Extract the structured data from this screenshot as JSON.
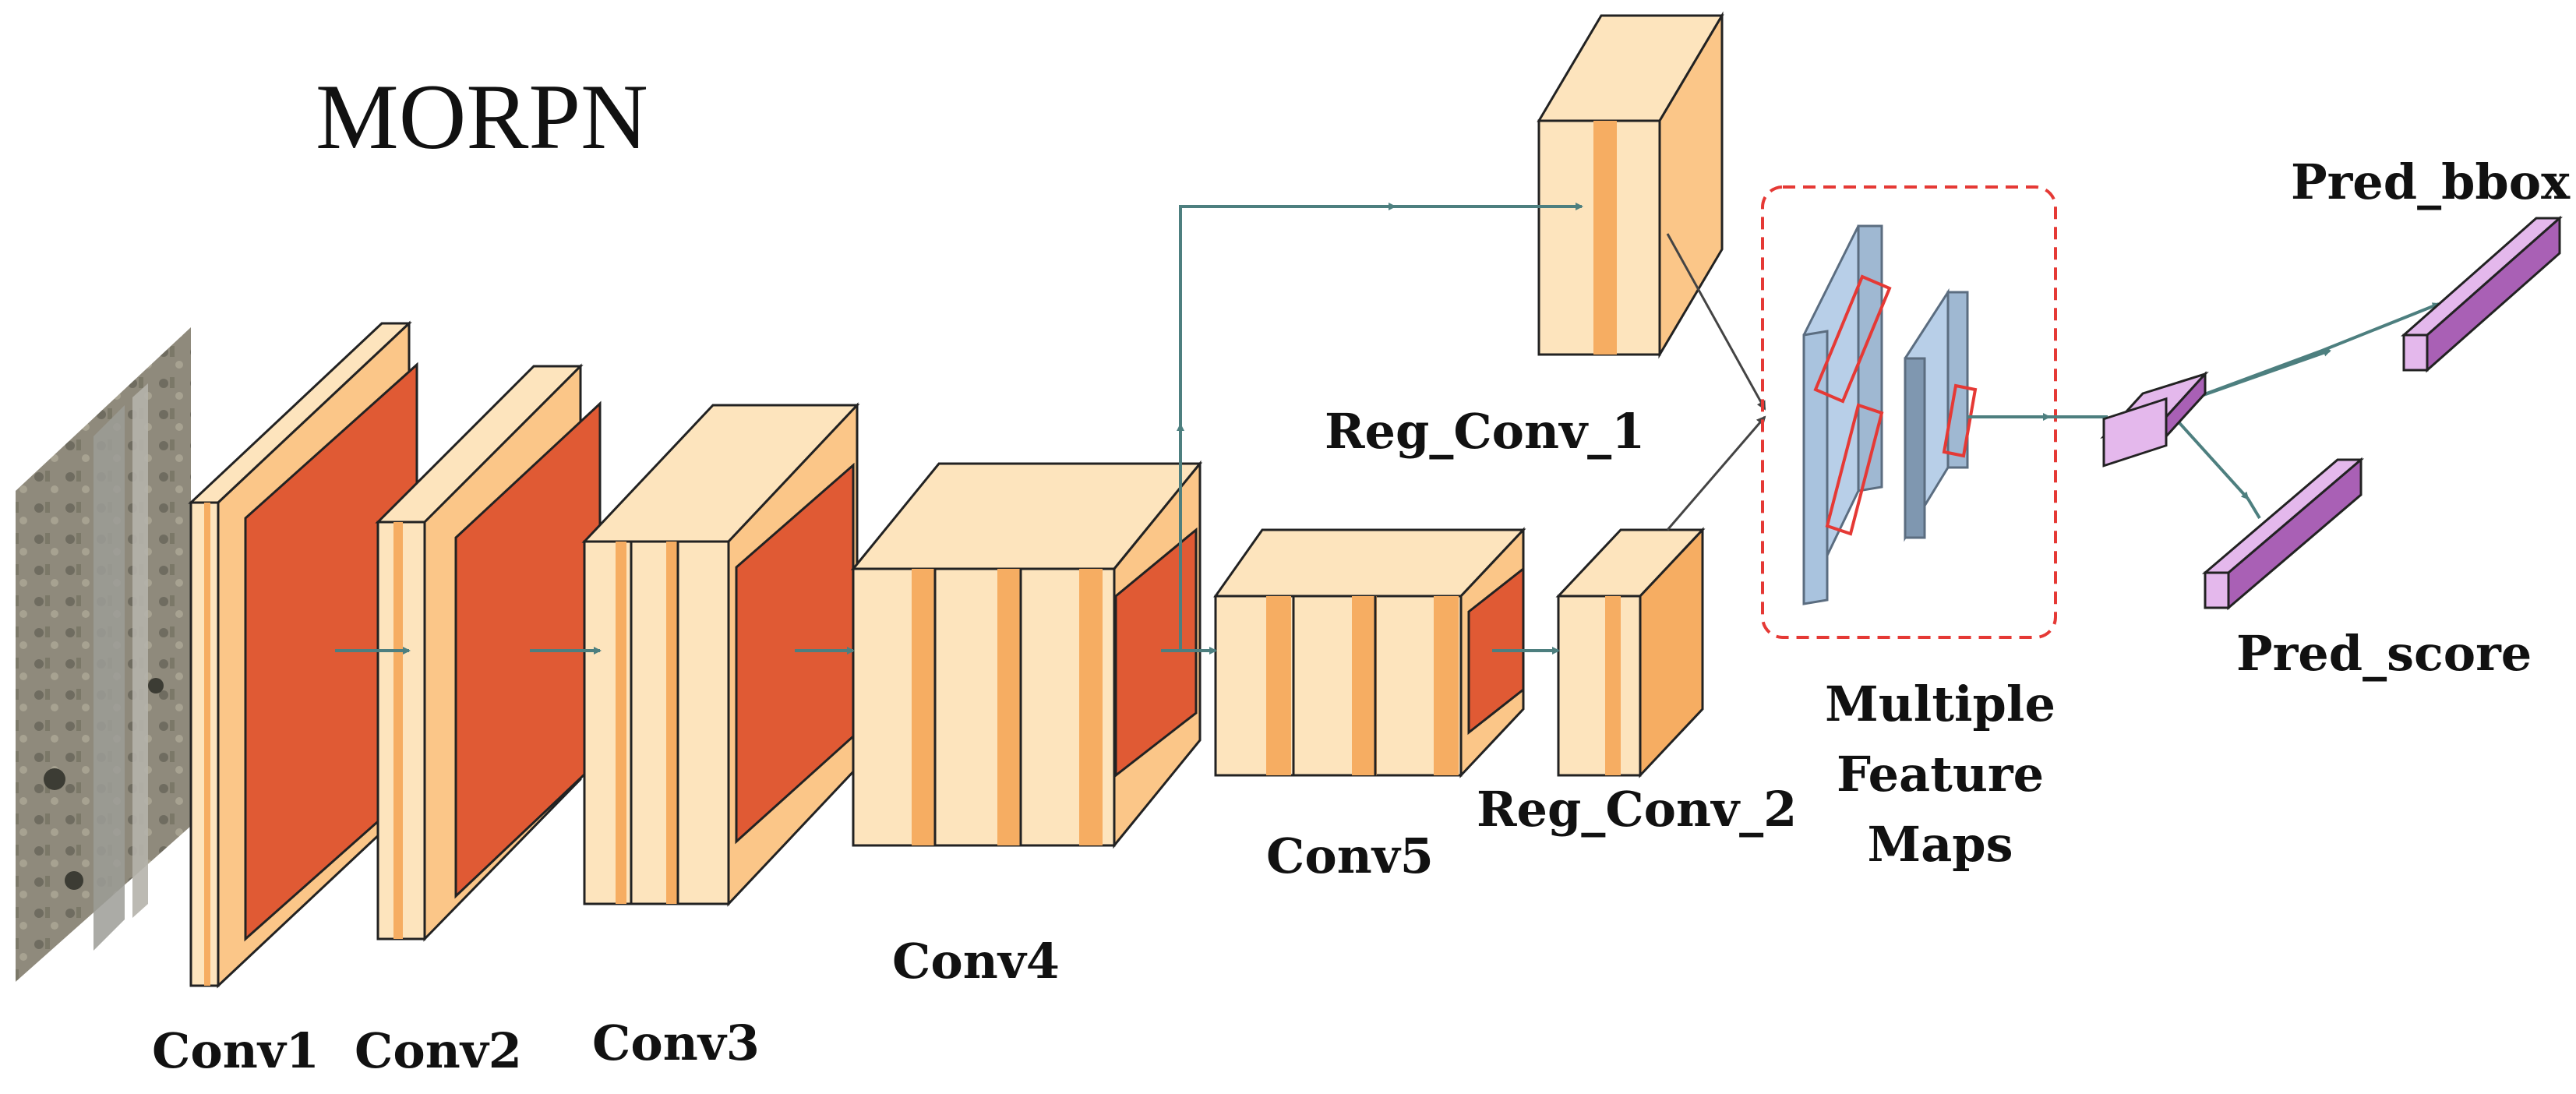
{
  "diagram": {
    "title": "MORPN",
    "labels": {
      "conv1": "Conv1",
      "conv2": "Conv2",
      "conv3": "Conv3",
      "conv4": "Conv4",
      "conv5": "Conv5",
      "reg_conv_1": "Reg_Conv_1",
      "reg_conv_2": "Reg_Conv_2",
      "multiple_feature_maps": [
        "Multiple",
        "Feature",
        "Maps"
      ],
      "pred_bbox": "Pred_bbox",
      "pred_score": "Pred_score"
    },
    "colors": {
      "block_light": "#fde4bd",
      "block_mid": "#fbc688",
      "block_dark": "#f6ad62",
      "activation": "#e05a34",
      "arrow": "#4d7f7f",
      "feature_map": "#b8cfe8",
      "feature_map_edge": "#5b6d80",
      "box_outline": "#e53935",
      "dashed_frame": "#e53935",
      "pred_light": "#e4b8ec",
      "pred_dark": "#a960b5"
    }
  }
}
